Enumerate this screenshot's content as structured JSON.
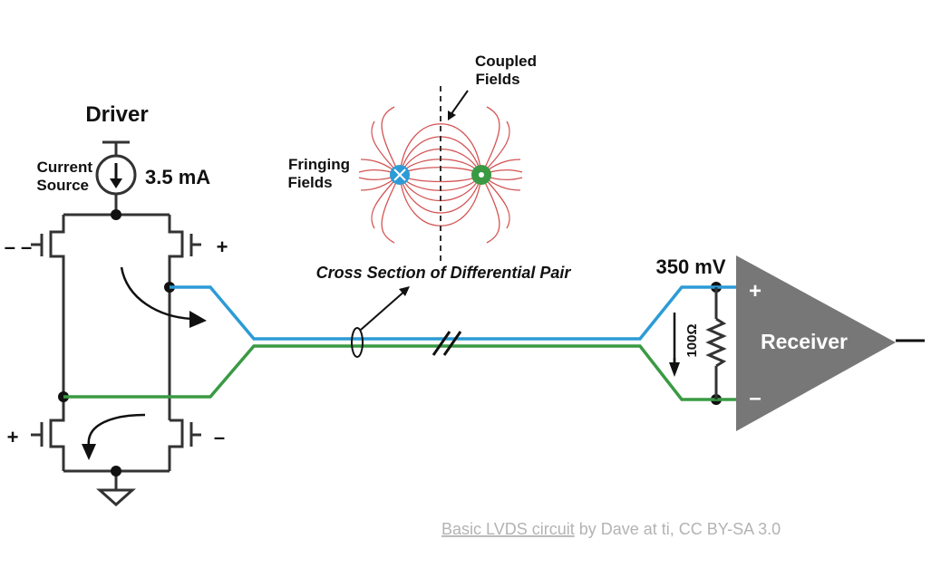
{
  "labels": {
    "driver": "Driver",
    "current_source_line1": "Current",
    "current_source_line2": "Source",
    "current_value": "3.5 mA",
    "coupled_line1": "Coupled",
    "coupled_line2": "Fields",
    "fringing_line1": "Fringing",
    "fringing_line2": "Fields",
    "cross_section": "Cross Section of Differential Pair",
    "voltage": "350 mV",
    "resistor": "100Ω",
    "receiver": "Receiver",
    "plus_top_left": "+",
    "minus_top_left": "– –",
    "plus_bottom_left": "+",
    "minus_bottom_right": "–",
    "receiver_plus": "+",
    "receiver_minus": "–"
  },
  "credit": {
    "link_text": "Basic LVDS circuit",
    "rest": " by Dave at ti, CC BY-SA 3.0"
  },
  "colors": {
    "wire": "#333333",
    "blue_line": "#2c9bd6",
    "green_line": "#3a9a44",
    "field_lines": "#d45454",
    "receiver_fill": "#777777",
    "credit_text": "#b3b3b3"
  }
}
